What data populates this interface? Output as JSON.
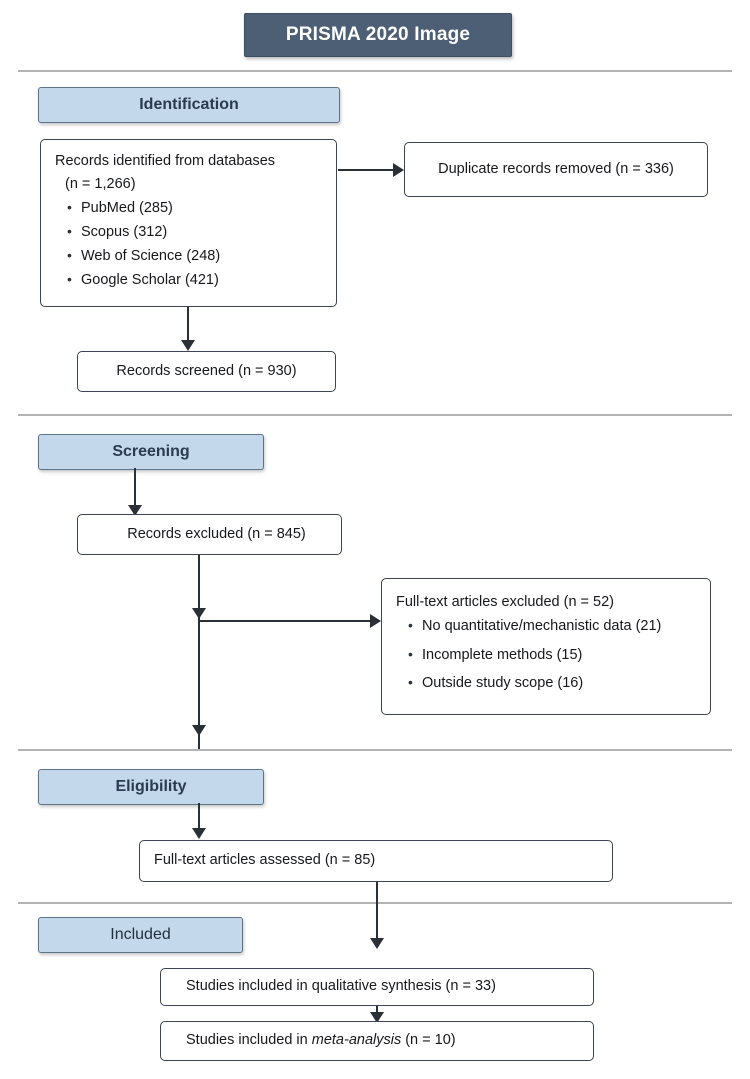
{
  "title": {
    "text": "PRISMA 2020 Image",
    "bg_color": "#4c5f75",
    "text_color": "#ffffff"
  },
  "theme": {
    "stage_chip_bg": "#c3d8ea",
    "stage_chip_border": "#5d7389",
    "stage_chip_text": "#2a3b50",
    "node_border": "#3b4450",
    "connector_color": "#2b3037",
    "divider_color": "#b2b4b6",
    "page_bg": "#ffffff"
  },
  "stages": {
    "identification": "Identification",
    "screening": "Screening",
    "eligibility": "Eligibility",
    "included": "Included"
  },
  "nodes": {
    "records_identified": {
      "heading": "Records identified from databases",
      "count_line": "(n = 1,266)",
      "sources": [
        "PubMed (285)",
        "Scopus (312)",
        "Web of Science (248)",
        "Google Scholar (421)"
      ]
    },
    "duplicates_removed": {
      "text": "Duplicate records removed (n = 336)"
    },
    "records_screened": {
      "text": "Records screened (n = 930)"
    },
    "records_excluded": {
      "text": "Records excluded (n = 845)"
    },
    "fulltext_excluded": {
      "heading": "Full-text articles excluded (n = 52)",
      "reasons": [
        "No quantitative/mechanistic data (21)",
        "Incomplete methods (15)",
        "Outside study scope (16)"
      ]
    },
    "fulltext_assessed": {
      "text": "Full-text articles assessed (n = 85)"
    },
    "qualitative_synthesis": {
      "text": "Studies included in qualitative synthesis (n = 33)"
    },
    "meta_analysis": {
      "prefix": "Studies included in ",
      "emphasis": "meta-analysis",
      "suffix": " (n = 10)",
      "full_text": "Studies included in meta-analysis (n = 10)"
    }
  },
  "chart_data": {
    "type": "flowchart",
    "title": "PRISMA 2020 Image",
    "stages": [
      "Identification",
      "Screening",
      "Eligibility",
      "Included"
    ],
    "counts": {
      "records_identified_total": 1266,
      "pubmed": 285,
      "scopus": 312,
      "web_of_science": 248,
      "google_scholar": 421,
      "duplicates_removed": 336,
      "records_screened": 930,
      "records_excluded": 845,
      "fulltext_excluded_total": 52,
      "excluded_no_quantitative_mechanistic_data": 21,
      "excluded_incomplete_methods": 15,
      "excluded_outside_study_scope": 16,
      "fulltext_assessed": 85,
      "included_qualitative_synthesis": 33,
      "included_meta_analysis": 10
    },
    "edges": [
      {
        "from": "records_identified",
        "to": "duplicates_removed",
        "direction": "right"
      },
      {
        "from": "records_identified",
        "to": "records_screened",
        "direction": "down"
      },
      {
        "from": "records_screened",
        "to": "records_excluded",
        "direction": "down"
      },
      {
        "from": "records_excluded",
        "to": "fulltext_excluded",
        "direction": "right"
      },
      {
        "from": "records_excluded",
        "to": "fulltext_assessed",
        "direction": "down"
      },
      {
        "from": "fulltext_assessed",
        "to": "qualitative_synthesis",
        "direction": "down"
      },
      {
        "from": "qualitative_synthesis",
        "to": "meta_analysis",
        "direction": "down"
      }
    ]
  }
}
